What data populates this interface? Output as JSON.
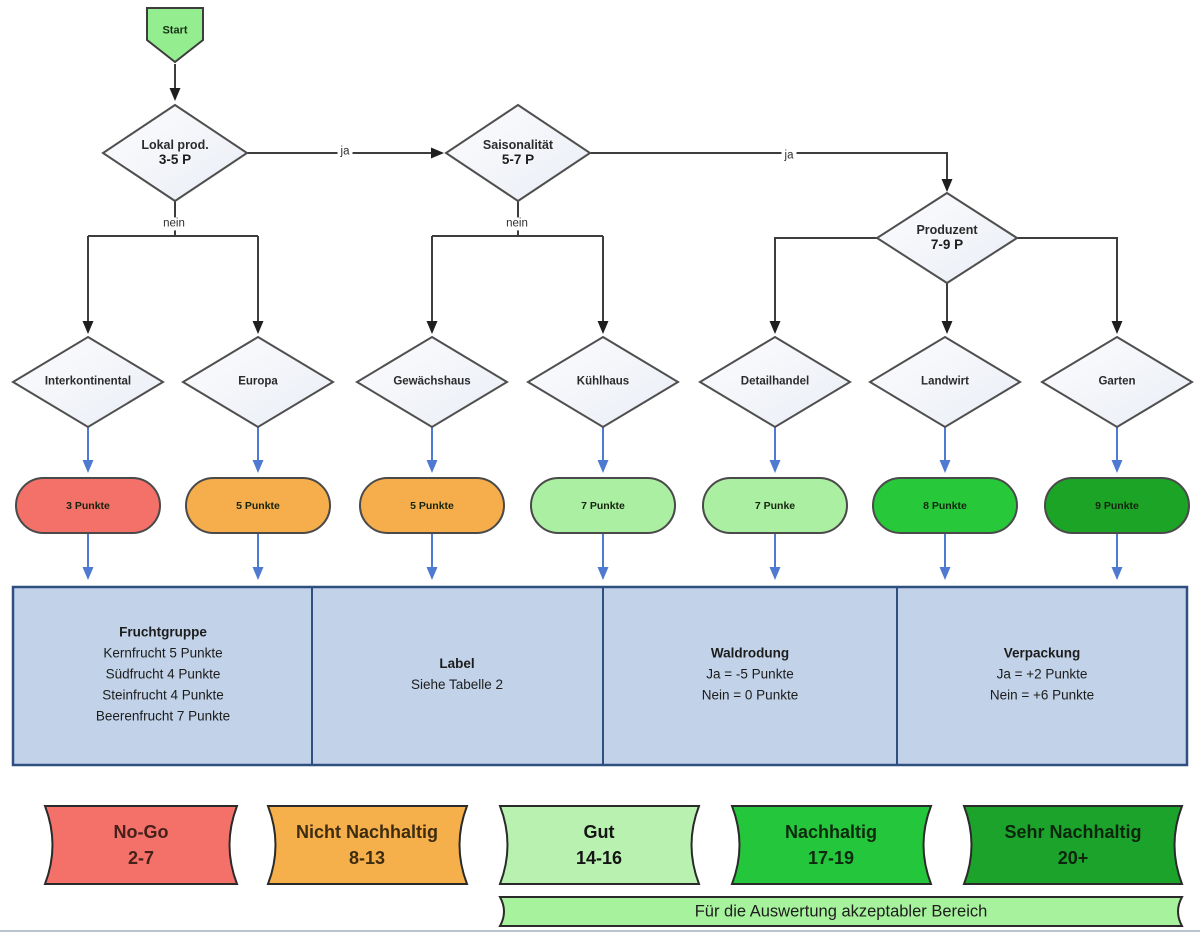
{
  "flow": {
    "start_label": "Start",
    "decisions": [
      {
        "label": "Lokal prod.",
        "points": "3-5 P"
      },
      {
        "label": "Saisonalität",
        "points": "5-7 P"
      },
      {
        "label": "Produzent",
        "points": "7-9 P"
      }
    ],
    "edge_labels": {
      "ja1": "ja",
      "ja2": "ja",
      "nein1": "nein",
      "nein2": "nein"
    },
    "categories": [
      {
        "label": "Interkontinental",
        "points": "3 Punkte",
        "color": "#f4716a"
      },
      {
        "label": "Europa",
        "points": "5 Punkte",
        "color": "#f6ae4c"
      },
      {
        "label": "Gewächshaus",
        "points": "5 Punkte",
        "color": "#f6ae4c"
      },
      {
        "label": "Kühlhaus",
        "points": "7 Punkte",
        "color": "#abefa2"
      },
      {
        "label": "Detailhandel",
        "points": "7 Punke",
        "color": "#abefa2"
      },
      {
        "label": "Landwirt",
        "points": "8 Punkte",
        "color": "#27c93b"
      },
      {
        "label": "Garten",
        "points": "9 Punkte",
        "color": "#1ca426"
      }
    ],
    "modifier_boxes": [
      {
        "title": "Fruchtgruppe",
        "lines": [
          "Kernfrucht 5 Punkte",
          "Südfrucht 4 Punkte",
          "Steinfrucht 4 Punkte",
          "Beerenfrucht 7 Punkte"
        ]
      },
      {
        "title": "Label",
        "lines": [
          "Siehe Tabelle 2"
        ]
      },
      {
        "title": "Waldrodung",
        "lines": [
          "Ja = -5 Punkte",
          "Nein = 0 Punkte"
        ]
      },
      {
        "title": "Verpackung",
        "lines": [
          "Ja = +2 Punkte",
          "Nein = +6 Punkte"
        ]
      }
    ],
    "ratings": [
      {
        "label": "No-Go",
        "range": "2-7",
        "color": "#f4716a"
      },
      {
        "label": "Nicht Nachhaltig",
        "range": "8-13",
        "color": "#f6b04b"
      },
      {
        "label": "Gut",
        "range": "14-16",
        "color": "#b9f2b0"
      },
      {
        "label": "Nachhaltig",
        "range": "17-19",
        "color": "#24c73c"
      },
      {
        "label": "Sehr Nachhaltig",
        "range": "20+",
        "color": "#1ca32b"
      }
    ],
    "footer_banner": "Für die Auswertung akzeptabler Bereich",
    "start_color": "#94ed8e",
    "box_fill": "#c2d3e9"
  }
}
